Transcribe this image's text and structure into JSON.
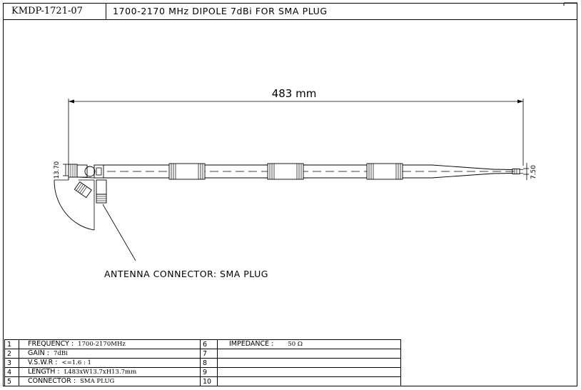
{
  "header": {
    "part_number": "KMDP-1721-07",
    "description": "1700-2170 MHz DIPOLE 7dBi FOR SMA PLUG"
  },
  "drawing": {
    "length_dim": "483 mm",
    "height_dim": "13.70",
    "tip_dim": "7.50",
    "connector_callout": "ANTENNA CONNECTOR: SMA PLUG",
    "swivel_label_a": "",
    "swivel_label_b": ""
  },
  "specs": {
    "rows": [
      {
        "n": "1",
        "label": "FREQUENCY  :",
        "value": "1700-2170MHz",
        "n2": "6",
        "label2": "IMPEDANCE  :",
        "value2": "50 Ω"
      },
      {
        "n": "2",
        "label": "GAIN  :",
        "value": "7dBi",
        "n2": "7",
        "label2": "",
        "value2": ""
      },
      {
        "n": "3",
        "label": "V.S.W.R  :",
        "value": "<=1.6 : 1",
        "n2": "8",
        "label2": "",
        "value2": ""
      },
      {
        "n": "4",
        "label": "LENGTH  :",
        "value": "L483xW13.7xH13.7mm",
        "n2": "9",
        "label2": "",
        "value2": ""
      },
      {
        "n": "5",
        "label": "CONNECTOR  :",
        "value": "SMA PLUG",
        "n2": "10",
        "label2": "",
        "value2": ""
      }
    ]
  }
}
